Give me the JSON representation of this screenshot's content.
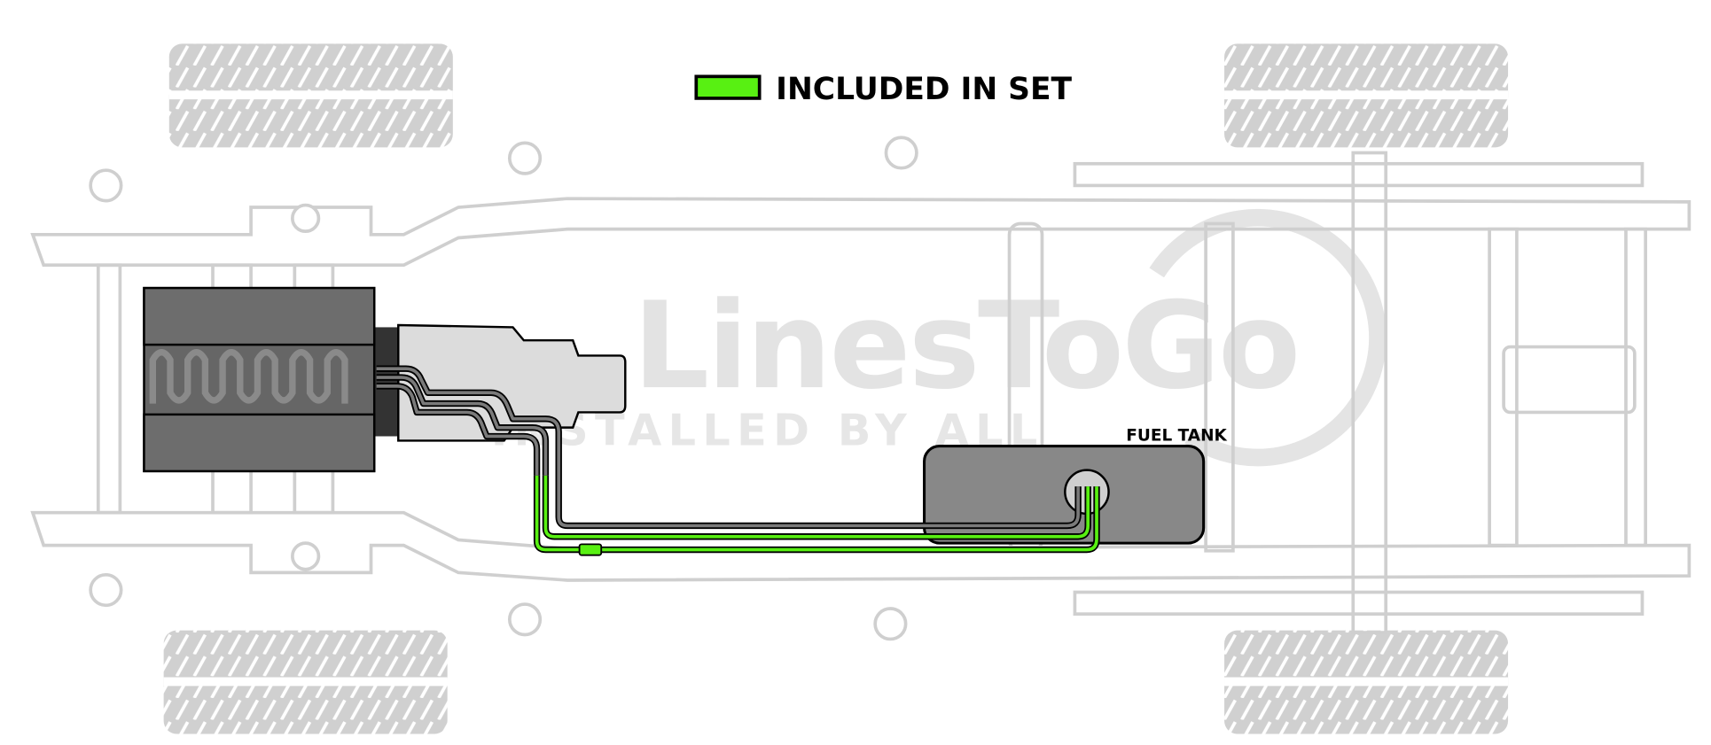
{
  "legend": {
    "label": "INCLUDED IN SET",
    "swatch_color": "#58f012"
  },
  "watermark": {
    "brand": "LinesToGo",
    "tagline": "INSTALLED BY ALL"
  },
  "fuel_tank": {
    "label": "FUEL TANK",
    "color": "#888888"
  },
  "colors": {
    "included_line": "#58f012",
    "other_line": "#7a7a7a",
    "frame": "#cfcfcf"
  }
}
